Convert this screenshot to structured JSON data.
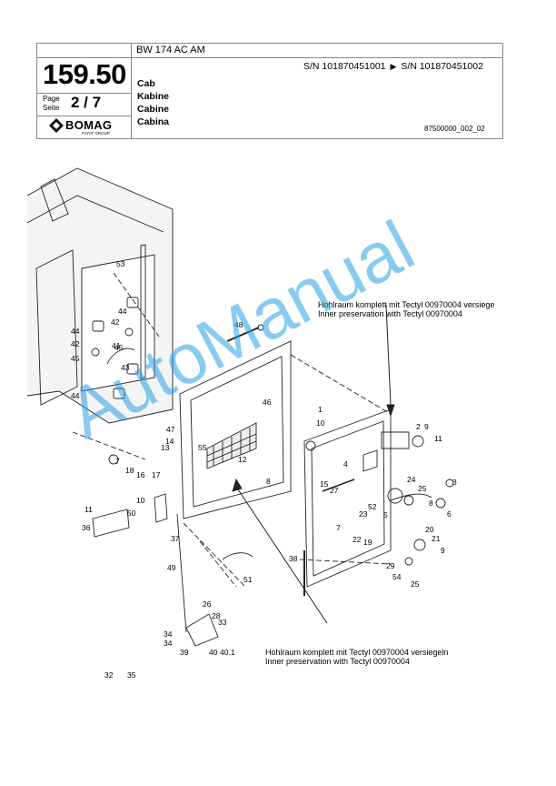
{
  "header": {
    "model": "BW 174 AC AM",
    "page_number": "159.50",
    "serial": {
      "from": "S/N 101870451001",
      "arrow": "▶",
      "to": "S/N 101870451002"
    },
    "page_label": "Page",
    "seite_label": "Seite",
    "page_of": "2 / 7",
    "titles": [
      "Cab",
      "Kabine",
      "Cabine",
      "Cabina"
    ],
    "logo_text": "BOMAG",
    "logo_subtext": "FAYAT GROUP",
    "drawing_number": "87500000_002_02"
  },
  "drawing": {
    "note_top_de": "Hohlraum komplett mit Tectyl 00970004 versiege",
    "note_top_en": "Inner preservation with Tectyl 00970004",
    "note_bottom_de": "Hohlraum komplett mit Tectyl 00970004 versiegeln",
    "note_bottom_en": "Inner preservation with Tectyl 00970004",
    "callouts": [
      "53",
      "44",
      "42",
      "44",
      "42",
      "45",
      "45",
      "41",
      "43",
      "44",
      "48",
      "46",
      "1",
      "2",
      "9",
      "11",
      "10",
      "55",
      "47",
      "14",
      "13",
      "12",
      "8",
      "7",
      "18",
      "16",
      "17",
      "15",
      "27",
      "24",
      "25",
      "4",
      "3",
      "8",
      "52",
      "6",
      "23",
      "5",
      "7",
      "22",
      "19",
      "20",
      "21",
      "9",
      "11",
      "10",
      "50",
      "36",
      "37",
      "49",
      "51",
      "38",
      "29",
      "54",
      "25",
      "26",
      "28",
      "33",
      "34",
      "34",
      "39",
      "40",
      "40.1",
      "32",
      "35"
    ],
    "watermark": "AutoManual"
  }
}
